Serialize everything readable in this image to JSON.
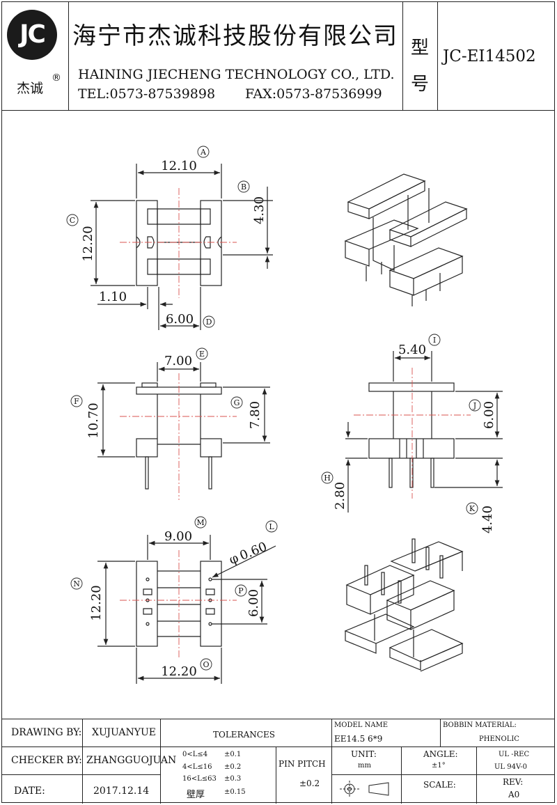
{
  "header": {
    "logo_letters": "JC",
    "logo_caption": "杰诚",
    "registered_mark": "®",
    "company_cn": "海宁市杰诚科技股份有限公司",
    "company_en": "HAINING JIECHENG TECHNOLOGY CO., LTD.",
    "tel": "TEL:0573-87539898",
    "fax": "FAX:0573-87536999",
    "model_label_1": "型",
    "model_label_2": "号",
    "model_number": "JC-EI14502"
  },
  "dims": {
    "A": "12.10",
    "B": "4.30",
    "C": "12.20",
    "D": "6.00",
    "d_side": "1.10",
    "E": "7.00",
    "F": "10.70",
    "G": "7.80",
    "I": "5.40",
    "J": "6.00",
    "H": "2.80",
    "K": "4.40",
    "M": "9.00",
    "L": "0.60",
    "L_prefix": "φ",
    "N": "12.20",
    "P": "6.00",
    "O": "12.20"
  },
  "callouts": [
    "A",
    "B",
    "C",
    "D",
    "E",
    "F",
    "G",
    "H",
    "I",
    "J",
    "K",
    "L",
    "M",
    "N",
    "O",
    "P"
  ],
  "footer": {
    "drawing_label": "DRAWING  BY:",
    "drawing_value": "XUJUANYUE",
    "checker_label": "CHECKER  BY:",
    "checker_value": "ZHANGGUOJUAN",
    "date_label": "DATE:",
    "date_value": "2017.12.14",
    "tolerances_label": "TOLERANCES",
    "tol_rows": [
      {
        "range": "0<L≤4",
        "value": "±0.1"
      },
      {
        "range": "4<L≤16",
        "value": "±0.2"
      },
      {
        "range": "16<L≤63",
        "value": "±0.3"
      },
      {
        "range": "壁厚",
        "value": "±0.15"
      }
    ],
    "pin_pitch_label": "PIN PITCH",
    "pin_pitch_value": "±0.2",
    "model_name_label": "MODEL NAME",
    "model_name_value": "EE14.5   6*9",
    "unit_label": "UNIT:",
    "unit_value": "mm",
    "angle_label": "ANGLE:",
    "angle_value": "±1°",
    "scale_label": "SCALE:",
    "bobbin_label": "BOBBIN MATERIAL:",
    "bobbin_value": "PHENOLIC",
    "ul_1": "UL -REC",
    "ul_2": "UL  94V-0",
    "rev_label": "REV:",
    "rev_value": "A0"
  }
}
